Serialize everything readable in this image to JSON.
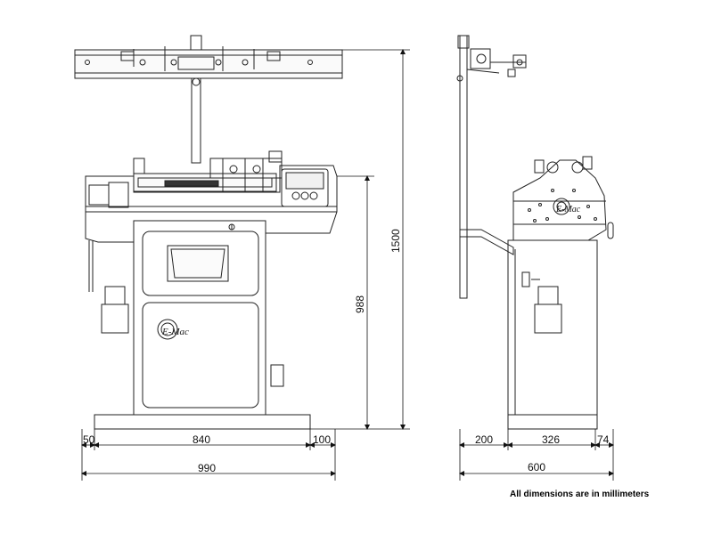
{
  "front_view": {
    "logo_text": "E-Mac",
    "dimensions": {
      "bottom_left_offset": "50",
      "base_width": "840",
      "right_offset": "100",
      "overall_width": "990",
      "table_height": "988",
      "overall_height": "1500"
    }
  },
  "side_view": {
    "logo_text": "E-Mac",
    "dimensions": {
      "rear_offset": "200",
      "base_depth": "326",
      "front_offset": "74",
      "overall_depth": "600"
    }
  },
  "footer": {
    "units_note": "All dimensions are in millimeters"
  }
}
